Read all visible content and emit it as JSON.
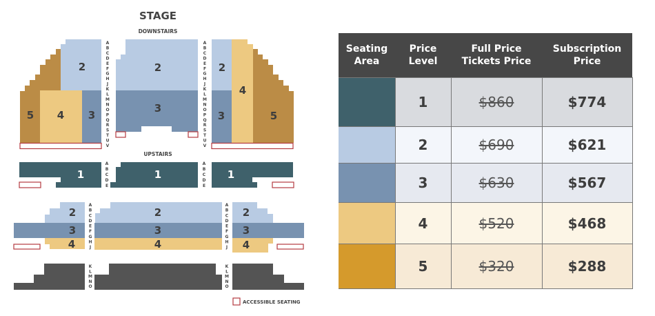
{
  "map": {
    "stage": "STAGE",
    "downstairs": "DOWNSTAIRS",
    "upstairs": "UPSTAIRS",
    "accessible_legend": "ACCESSIBLE SEATING",
    "downstairs_rows": [
      "A",
      "B",
      "C",
      "D",
      "E",
      "F",
      "G",
      "H",
      "J",
      "K",
      "L",
      "M",
      "N",
      "O",
      "P",
      "Q",
      "R",
      "S",
      "T",
      "U",
      "V"
    ],
    "upstairs_front_rows": [
      "A",
      "B",
      "C",
      "D",
      "E"
    ],
    "upstairs_mid_rows": [
      "A",
      "B",
      "C",
      "D",
      "E",
      "F",
      "G",
      "H",
      "J"
    ],
    "upstairs_back_rows": [
      "K",
      "L",
      "M",
      "N",
      "O"
    ],
    "section_labels": {
      "l1": "1",
      "l2": "2",
      "l3": "3",
      "l4": "4",
      "l5": "5"
    }
  },
  "colors": {
    "level1": "#3f616b",
    "level2": "#b8cbe3",
    "level3": "#7892b0",
    "level4": "#edc981",
    "level5_map": "#bb8c46",
    "level5_table": "#d59a2c",
    "unassigned": "#545454",
    "accessible": "#b33a3f",
    "header": "#474747"
  },
  "table": {
    "headers": [
      "Seating Area",
      "Price Level",
      "Full Price Tickets Price",
      "Subscription Price"
    ],
    "rows": [
      {
        "level": "1",
        "full": "$860",
        "sub": "$774",
        "swatch": "#3f616b",
        "bg": "#d9dbdf"
      },
      {
        "level": "2",
        "full": "$690",
        "sub": "$621",
        "swatch": "#b8cbe3",
        "bg": "#f3f6fb"
      },
      {
        "level": "3",
        "full": "$630",
        "sub": "$567",
        "swatch": "#7892b0",
        "bg": "#e6e9f0"
      },
      {
        "level": "4",
        "full": "$520",
        "sub": "$468",
        "swatch": "#edc981",
        "bg": "#fcf5e6"
      },
      {
        "level": "5",
        "full": "$320",
        "sub": "$288",
        "swatch": "#d59a2c",
        "bg": "#f7ead6"
      }
    ]
  }
}
